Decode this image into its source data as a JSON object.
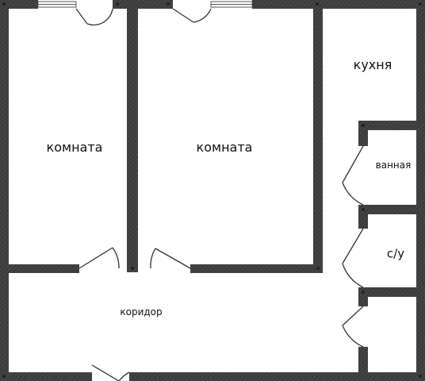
{
  "rooms": {
    "room_left": "комната",
    "room_center": "комната",
    "kitchen": "кухня",
    "bathroom": "ванная",
    "toilet": "с/у",
    "corridor": "коридор"
  },
  "colors": {
    "wall": "#3a3a3a",
    "wall_dark": "#2a2a2a",
    "background": "#ffffff"
  }
}
